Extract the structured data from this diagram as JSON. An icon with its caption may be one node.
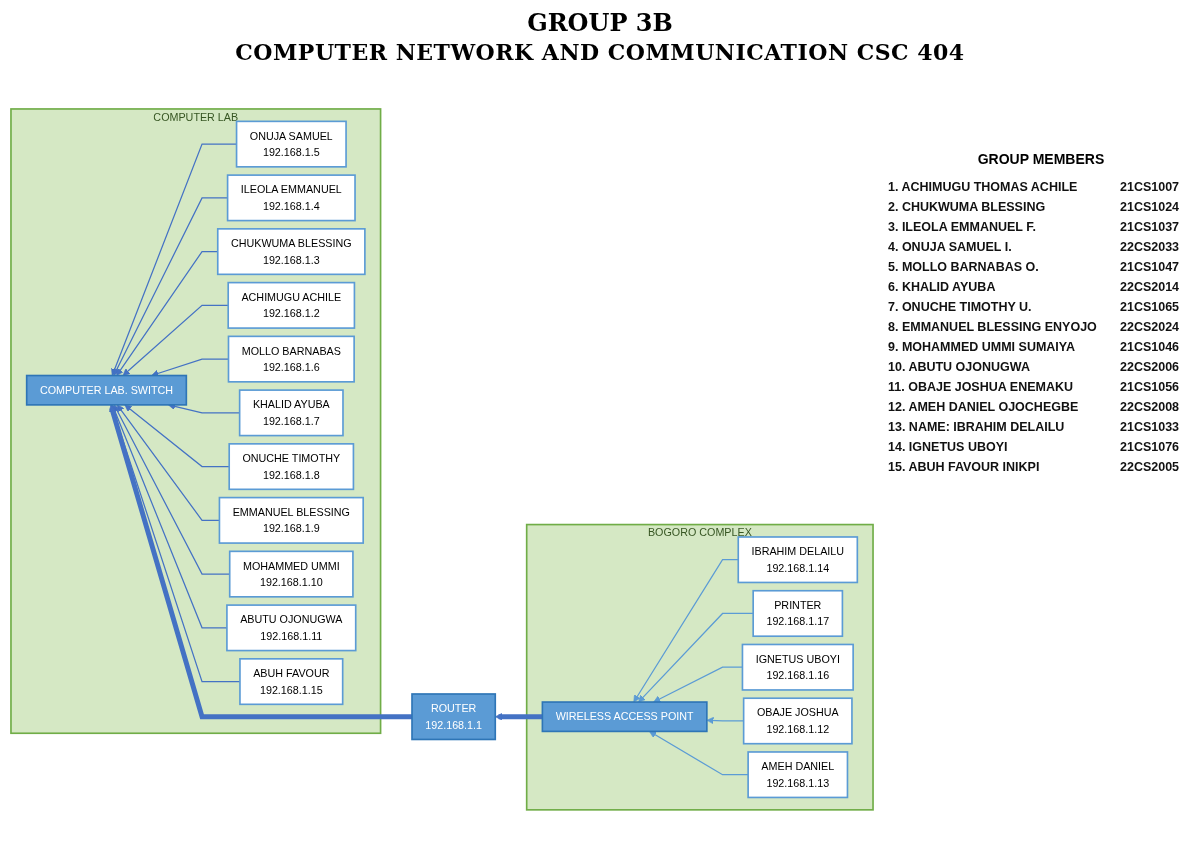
{
  "diagram": {
    "title": "GROUP 3B",
    "nodes": [
      {
        "text": [
          "COMPUTER LAB"
        ]
      },
      {
        "text": [
          "ONUJA SAMUEL",
          "192.168.1.5"
        ],
        "in": 0
      },
      {
        "text": [
          "ILEOLA EMMANUEL",
          "192.168.1.4"
        ],
        "in": 0
      },
      {
        "text": [
          "CHUKWUMA BLESSING",
          "192.168.1.3"
        ],
        "in": 0
      },
      {
        "text": [
          "ACHIMUGU ACHILE",
          "192.168.1.2"
        ],
        "in": 0
      },
      {
        "text": [
          "MOLLO BARNABAS",
          "192.168.1.6"
        ],
        "in": 0
      },
      {
        "text": [
          "COMPUTER LAB. SWITCH"
        ],
        "in": 0
      },
      {
        "text": [
          "KHALID AYUBA",
          "192.168.1.7"
        ],
        "in": 0
      },
      {
        "text": [
          "ONUCHE TIMOTHY",
          "192.168.1.8"
        ],
        "in": 0
      },
      {
        "text": [
          "EMMANUEL BLESSING",
          "192.168.1.9"
        ],
        "in": 0
      },
      {
        "text": [
          "MOHAMMED UMMI",
          "192.168.1.10"
        ],
        "in": 0
      },
      {
        "text": [
          "ABUTU OJONUGWA",
          "192.168.1.11"
        ],
        "in": 0
      },
      {
        "text": [
          "ABUH FAVOUR",
          "192.168.1.15"
        ],
        "in": 0
      },
      {
        "text": [
          "ROUTER",
          "192.168.1.1"
        ]
      },
      {
        "text": [
          "BOGORO COMPLEX"
        ]
      },
      {
        "text": [
          "IBRAHIM DELAILU",
          "192.168.1.14"
        ],
        "in": 14
      },
      {
        "text": [
          "PRINTER",
          "192.168.1.17"
        ],
        "in": 14
      },
      {
        "text": [
          "IGNETUS UBOYI",
          "192.168.1.16"
        ],
        "in": 14
      },
      {
        "text": [
          "WIRELESS ACCESS POINT"
        ],
        "in": 14
      },
      {
        "text": [
          "OBAJE JOSHUA",
          "192.168.1.12"
        ],
        "in": 14
      },
      {
        "text": [
          "AMEH DANIEL",
          "192.168.1.13"
        ],
        "in": 14
      }
    ],
    "edges": [
      {
        "from": 1,
        "to": 6,
        "arrow": "to"
      },
      {
        "from": 2,
        "to": 6,
        "arrow": "to"
      },
      {
        "from": 3,
        "to": 6,
        "arrow": "to"
      },
      {
        "from": 4,
        "to": 6,
        "arrow": "to"
      },
      {
        "from": 5,
        "to": 6,
        "arrow": "to"
      },
      {
        "from": 7,
        "to": 6,
        "arrow": "to"
      },
      {
        "from": 8,
        "to": 6,
        "arrow": "to"
      },
      {
        "from": 9,
        "to": 6,
        "arrow": "to"
      },
      {
        "from": 10,
        "to": 6,
        "arrow": "to"
      },
      {
        "from": 11,
        "to": 6,
        "arrow": "to"
      },
      {
        "from": 12,
        "to": 6,
        "arrow": "to"
      },
      {
        "from": 13,
        "to": 6,
        "arrow": "to",
        "style": "thick"
      },
      {
        "from": 18,
        "to": 13,
        "arrow": "to",
        "style": "thick"
      },
      {
        "from": 15,
        "to": 18,
        "arrow": "to",
        "color": "#5b9bd5"
      },
      {
        "from": 16,
        "to": 18,
        "arrow": "to",
        "color": "#5b9bd5"
      },
      {
        "from": 17,
        "to": 18,
        "arrow": "to",
        "color": "#5b9bd5"
      },
      {
        "from": 19,
        "to": 18,
        "arrow": "to",
        "color": "#5b9bd5"
      },
      {
        "from": 20,
        "to": 18,
        "arrow": "to",
        "color": "#5b9bd5"
      }
    ],
    "labels": [
      "COMPUTER NETWORK AND COMMUNICATION CSC 404",
      "GROUP MEMBERS",
      "1. ACHIMUGU THOMAS ACHILE",
      "21CS1007",
      "2. CHUKWUMA BLESSING",
      "21CS1024",
      "3. ILEOLA EMMANUEL F.",
      "21CS1037",
      "4. ONUJA SAMUEL I.",
      "22CS2033",
      "5. MOLLO BARNABAS O.",
      "21CS1047",
      "6. KHALID AYUBA",
      "22CS2014",
      "7. ONUCHE TIMOTHY U.",
      "21CS1065",
      "8. EMMANUEL BLESSING ENYOJO",
      "22CS2024",
      "9. MOHAMMED UMMI SUMAIYA",
      "21CS1046",
      "10. ABUTU OJONUGWA",
      "22CS2006",
      "11. OBAJE JOSHUA ENEMAKU",
      "21CS1056",
      "12. AMEH DANIEL OJOCHEGBE",
      "22CS2008",
      "13. NAME: IBRAHIM DELAILU",
      "21CS1033",
      "14. IGNETUS UBOYI",
      "21CS1076",
      "15. ABUH FAVOUR INIKPI",
      "22CS2005"
    ]
  }
}
